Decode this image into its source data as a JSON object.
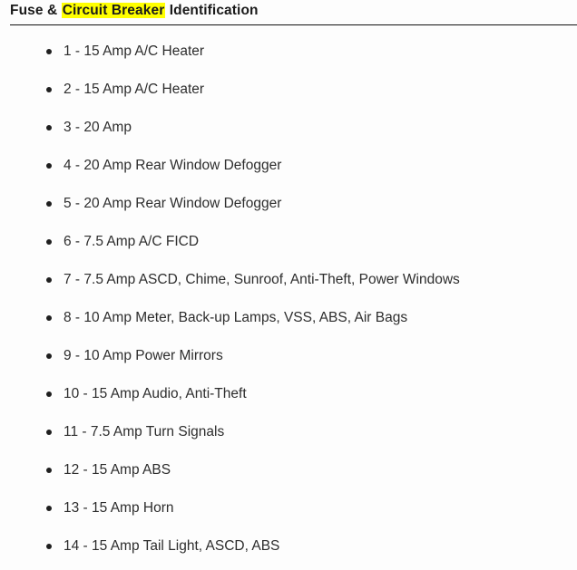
{
  "document": {
    "title_prefix": "Fuse & ",
    "title_highlight": "Circuit Breaker",
    "title_suffix": " Identification",
    "highlight_color": "#ffff00",
    "text_color": "#2d2d2d",
    "background_color": "#fdfdfd",
    "rule_color": "#111111"
  },
  "fuse_list": {
    "items": [
      {
        "label": "1 - 15 Amp A/C Heater"
      },
      {
        "label": "2 - 15 Amp A/C Heater"
      },
      {
        "label": "3 - 20 Amp"
      },
      {
        "label": "4 - 20 Amp Rear Window Defogger"
      },
      {
        "label": "5 - 20 Amp Rear Window Defogger"
      },
      {
        "label": "6 - 7.5 Amp A/C FICD"
      },
      {
        "label": "7 - 7.5 Amp ASCD, Chime, Sunroof, Anti-Theft, Power Windows"
      },
      {
        "label": "8 - 10 Amp Meter, Back-up Lamps, VSS, ABS, Air Bags"
      },
      {
        "label": "9 - 10 Amp Power Mirrors"
      },
      {
        "label": "10 - 15 Amp Audio, Anti-Theft"
      },
      {
        "label": "11 - 7.5 Amp Turn Signals"
      },
      {
        "label": "12 - 15 Amp ABS"
      },
      {
        "label": "13 - 15 Amp Horn"
      },
      {
        "label": "14 - 15 Amp Tail Light, ASCD, ABS"
      }
    ]
  }
}
